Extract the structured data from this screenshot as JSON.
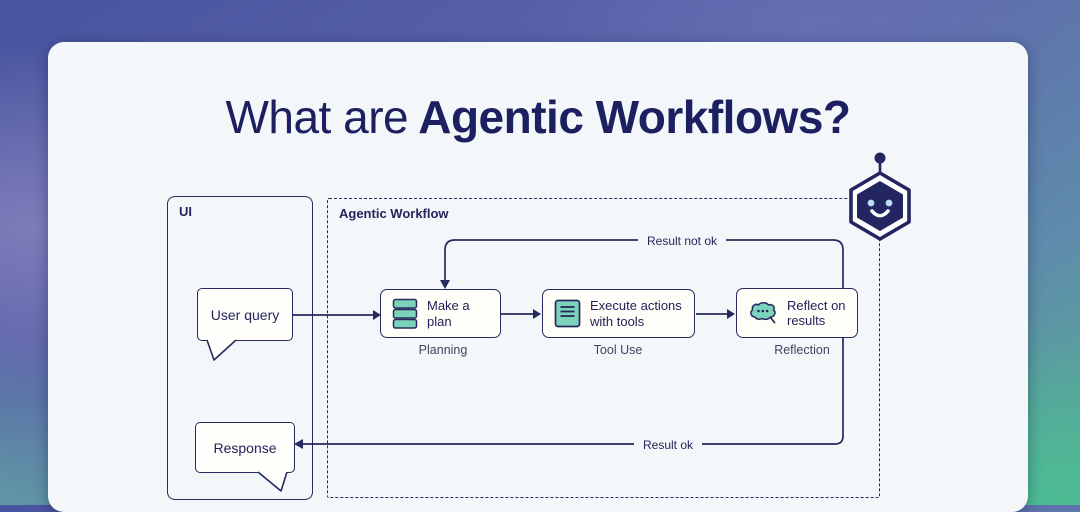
{
  "title": {
    "regular": "What are",
    "bold": "Agentic Workflows?"
  },
  "ui_panel": {
    "label": "UI",
    "user_query_label": "User query",
    "response_label": "Response"
  },
  "workflow": {
    "label": "Agentic Workflow",
    "steps": [
      {
        "label": "Make a plan",
        "sublabel": "Planning",
        "icon": "stack-icon"
      },
      {
        "label": "Execute actions with tools",
        "sublabel": "Tool Use",
        "icon": "checklist-square-icon"
      },
      {
        "label": "Reflect on results",
        "sublabel": "Reflection",
        "icon": "thought-cloud-icon"
      }
    ],
    "edges": {
      "result_not_ok": "Result not ok",
      "result_ok": "Result ok"
    }
  },
  "mascot": {
    "name": "robot-hexagon-mascot"
  },
  "colors": {
    "navy": "#262a5c",
    "title_navy": "#1d2060",
    "teal": "#7cd3bc",
    "card_bg": "#f3f7fa",
    "box_bg": "#fffdf8",
    "robot_face": "#232560",
    "robot_eyes": "#b9ddf2"
  }
}
